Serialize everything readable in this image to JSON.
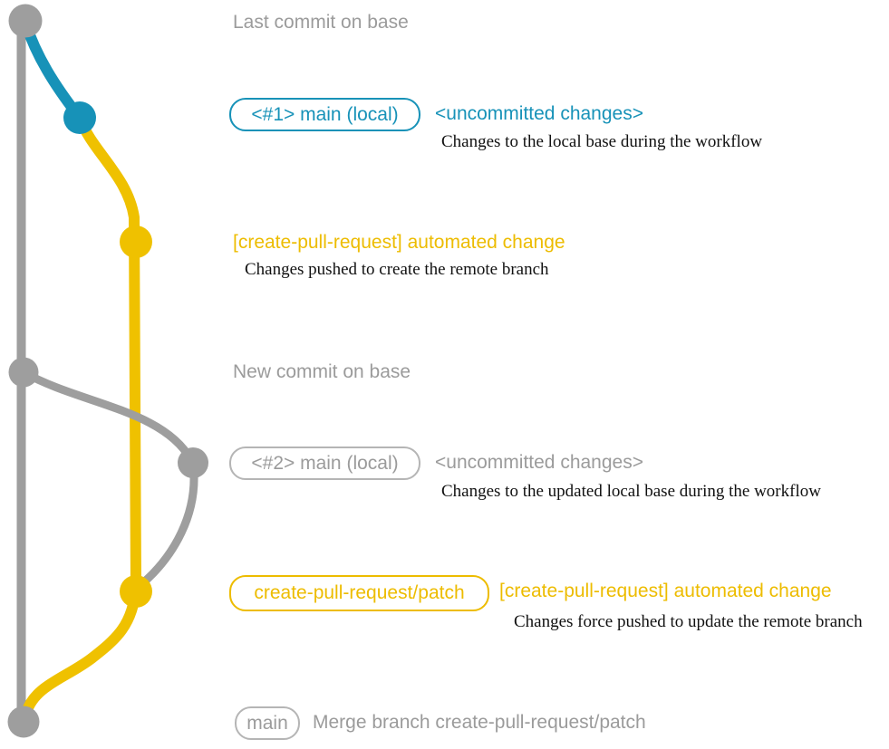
{
  "colors": {
    "gray": "#9e9e9e",
    "gray_border": "#b5b5b5",
    "gray_text": "#9b9b9b",
    "blue": "#1792b8",
    "yellow": "#efc100",
    "yellow_text": "#edbc00",
    "caption_text": "#111111"
  },
  "graph": {
    "branches": [
      {
        "name": "base",
        "color": "#9e9e9e"
      },
      {
        "name": "local uncommitted changes",
        "color": "#1792b8"
      },
      {
        "name": "create-pull-request/patch",
        "color": "#efc100"
      }
    ],
    "commit_nodes": [
      "last-commit-on-base",
      "local-uncommitted-changes-1",
      "automated-change-1",
      "new-commit-on-base",
      "local-uncommitted-changes-2",
      "automated-change-2",
      "merge-commit"
    ]
  },
  "annotations": {
    "last_commit": "Last commit on base",
    "r1": {
      "badge": "<#1> main (local)",
      "status": "<uncommitted changes>",
      "caption": "Changes to the local base during the workflow"
    },
    "r2": {
      "label": "[create-pull-request] automated change",
      "caption": "Changes pushed to create the remote branch"
    },
    "new_commit": "New commit on base",
    "r3": {
      "badge": "<#2> main (local)",
      "status": "<uncommitted changes>",
      "caption": "Changes to the updated local base during the workflow"
    },
    "r4": {
      "badge": "create-pull-request/patch",
      "label": "[create-pull-request] automated change",
      "caption": "Changes force pushed to update the remote branch"
    },
    "r5": {
      "badge": "main",
      "label": "Merge branch create-pull-request/patch"
    }
  }
}
